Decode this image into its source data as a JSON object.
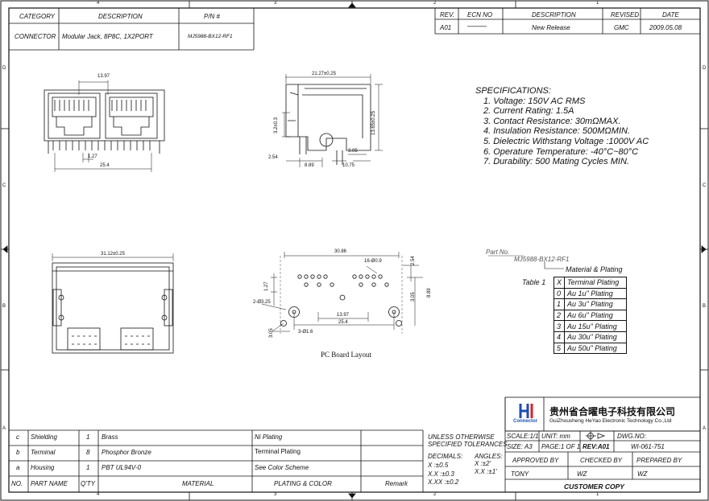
{
  "border_labels": {
    "col": [
      "4",
      "3",
      "2",
      "1"
    ],
    "row": [
      "D",
      "C",
      "B",
      "A"
    ]
  },
  "header": {
    "category_h": "CATEGORY",
    "description_h": "DESCRIPTION",
    "pn_h": "P/N #",
    "category": "CONNECTOR",
    "description": "Modular Jack, 8P8C, 1X2PORT",
    "pn": "MJ5988-BX12-RF1"
  },
  "revision": {
    "headers": [
      "REV.",
      "ECN NO",
      "DESCRIPTION",
      "REVISED",
      "DATE"
    ],
    "row": [
      "A01",
      "———",
      "New Release",
      "GMC",
      "2009.05.08"
    ]
  },
  "specifications": {
    "title": "SPECIFICATIONS:",
    "items": [
      "1. Voltage: 150V AC RMS",
      "2. Current Rating: 1.5A",
      "3. Contact Resistance: 30mΩMAX.",
      "4. Insulation Resistance: 500MΩMIN.",
      "5. Dielectric Withstang Voltage :1000V AC",
      "6. Operature Temperature: -40°C~80°C",
      "7. Durability: 500 Mating Cycles MIN."
    ]
  },
  "part_no": {
    "label": "Part No.",
    "value": "MJ5988-BX12-RF1",
    "note": "Material & Plating",
    "table_label": "Table 1"
  },
  "plating_table": {
    "headers": [
      "X",
      "Terminal Plating"
    ],
    "rows": [
      [
        "0",
        "Au 1u\" Plating"
      ],
      [
        "1",
        "Au 3u\" Plating"
      ],
      [
        "2",
        "Au 6u\" Plating"
      ],
      [
        "3",
        "Au 15u\" Plating"
      ],
      [
        "4",
        "Au 30u\" Plating"
      ],
      [
        "5",
        "Au 50u\" Plating"
      ]
    ]
  },
  "dimensions": {
    "front": [
      "13.97",
      "1.27",
      "25.4"
    ],
    "side": [
      "21.27±0.25",
      "13.65±0.25",
      "3.2±0.3",
      "3.05",
      "2.54",
      "8.89",
      "10.75"
    ],
    "bottom": [
      "31.12±0.25"
    ],
    "pcb": [
      "30.86",
      "16-Ø0.9",
      "2.54",
      "1.27",
      "2-Ø3.25",
      "3.05",
      "8.89",
      "13.97",
      "25.4",
      "3-Ø1.6",
      "3.05"
    ]
  },
  "pcb_label": "PC Board Layout",
  "company": {
    "name_cn": "贵州省合曜电子科技有限公司",
    "name_en": "GuiZhousheng HeYao Electronic Technology Co.,Ltd",
    "logo_text": "Connector"
  },
  "bom": {
    "rows": [
      [
        "c",
        "Shielding",
        "1",
        "Brass",
        "Ni Plating",
        ""
      ],
      [
        "b",
        "Terminal",
        "8",
        "Phosphor Bronze",
        "Terminal Plating",
        ""
      ],
      [
        "a",
        "Housing",
        "1",
        "PBT UL94V-0",
        "See Color Scheme",
        ""
      ]
    ],
    "headers": [
      "NO.",
      "PART NAME",
      "Q'TY",
      "MATERIAL",
      "PLATING & COLOR",
      "Remark"
    ]
  },
  "tolerances": {
    "title1": "UNLESS OTHERWISE",
    "title2": "SPECIFIED TOLERANCES",
    "decimals": "DECIMALS:",
    "angles": "ANGLES:",
    "lines": [
      "X      :±0.5",
      "X.X    :±0.3",
      "X.XX  :±0.2"
    ],
    "angle_lines": [
      "X    :±2'",
      "X.X :±1'"
    ]
  },
  "title_block": {
    "scale": "SCALE:1/1",
    "unit": "UNIT: mm",
    "dwg_no_label": "DWG.NO:",
    "size": "SIZE: A3",
    "page": "PAGE:1 OF 1",
    "rev": "REV:A01",
    "dwg_no": "WI-061-751",
    "approved_by": "APPROVED BY",
    "checked_by": "CHECKED BY",
    "prepared_by": "PREPARED BY",
    "approver": "TONY",
    "checker": "WZ",
    "preparer": "WZ",
    "customer_copy": "CUSTOMER COPY"
  }
}
